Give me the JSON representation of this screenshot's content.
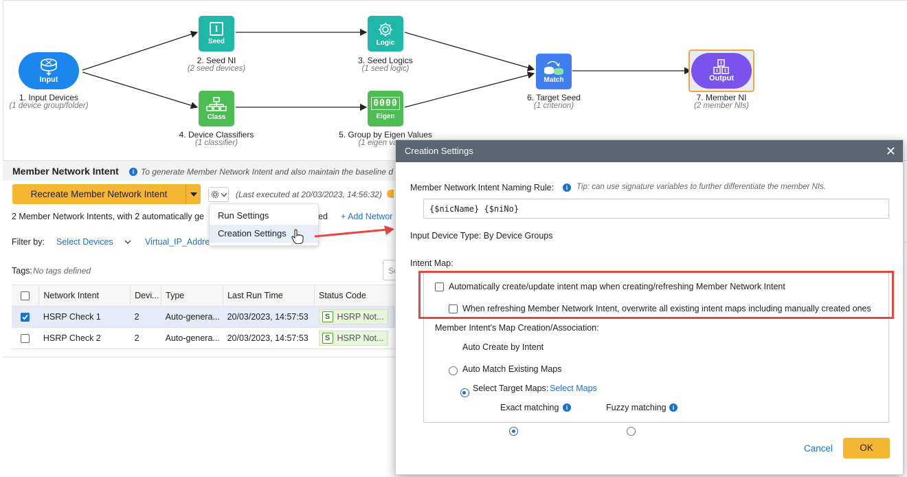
{
  "flow": {
    "nodes": [
      {
        "icon_label": "Input",
        "title": "1. Input Devices",
        "sub": "(1 device group/folder)"
      },
      {
        "icon_label": "Seed",
        "title": "2. Seed NI",
        "sub": "(2 seed devices)"
      },
      {
        "icon_label": "Logic",
        "title": "3. Seed Logics",
        "sub": "(1 seed logic)"
      },
      {
        "icon_label": "Class",
        "title": "4. Device Classifiers",
        "sub": "(1 classifier)"
      },
      {
        "icon_label": "Eigen",
        "title": "5. Group by Eigen Values",
        "sub": "(1 eigen va"
      },
      {
        "icon_label": "Match",
        "title": "6. Target Seed",
        "sub": "(1 criterion)"
      },
      {
        "icon_label": "Output",
        "title": "7. Member NI",
        "sub": "(2 member NIs)"
      }
    ],
    "icon_glyphs": {
      "seed": "I",
      "eigen": "0000"
    }
  },
  "panel": {
    "title": "Member Network Intent",
    "description": "To generate Member Network Intent and also maintain the baseline d",
    "recreate_button": "Recreate Member Network Intent",
    "last_executed": "(Last executed at 20/03/2023, 14:56:32)",
    "summary_text": "2 Member Network Intents, with 2 automatically ge",
    "summary_tail": "ed",
    "add_link": "+ Add Networ",
    "filter_label": "Filter by:",
    "filter_select": "Select Devices",
    "filter_value": "Virtual_IP_Addres",
    "tags_label": "Tags:",
    "tags_value": "No tags defined",
    "search_partial": "Se",
    "menu": {
      "items": [
        "Run Settings",
        "Creation Settings"
      ]
    },
    "table": {
      "headers": [
        "Network Intent",
        "Devi...",
        "Type",
        "Last Run Time",
        "Status Code"
      ],
      "rows": [
        {
          "name": "HSRP Check 1",
          "devices": "2",
          "type": "Auto-genera...",
          "last_run": "20/03/2023, 14:57:53",
          "status_badge": "S",
          "status": "HSRP Not...",
          "checked": true
        },
        {
          "name": "HSRP Check 2",
          "devices": "2",
          "type": "Auto-genera...",
          "last_run": "20/03/2023, 14:57:53",
          "status_badge": "S",
          "status": "HSRP Not...",
          "checked": false
        }
      ]
    }
  },
  "dialog": {
    "title": "Creation Settings",
    "naming_rule_label": "Member Network Intent Naming Rule:",
    "naming_rule_tip": "Tip: can use signature variables to further differentiate the member NIs.",
    "naming_rule_value": "{$nicName} {$niNo}",
    "input_device_type": "Input Device Type: By Device Groups",
    "intent_map_label": "Intent Map:",
    "auto_create_label": "Automatically create/update intent map when creating/refreshing Member Network Intent",
    "overwrite_label": "When refreshing Member Network Intent, overwrite all existing intent maps including manually created ones",
    "map_assoc_label": "Member Intent's Map Creation/Association:",
    "auto_create_by_intent": "Auto Create by Intent",
    "auto_match_existing": "Auto Match Existing Maps",
    "select_target_label": "Select Target Maps:",
    "select_maps_link": "Select Maps",
    "exact_matching": "Exact matching",
    "fuzzy_matching": "Fuzzy matching",
    "cancel": "Cancel",
    "ok": "OK"
  },
  "colors": {
    "accent_blue": "#1b6fd6",
    "teal": "#1fb8a8",
    "green": "#4cbc53",
    "button_yellow": "#f5b731",
    "highlight_red": "#e8473f",
    "output_purple": "#7a53ee"
  }
}
